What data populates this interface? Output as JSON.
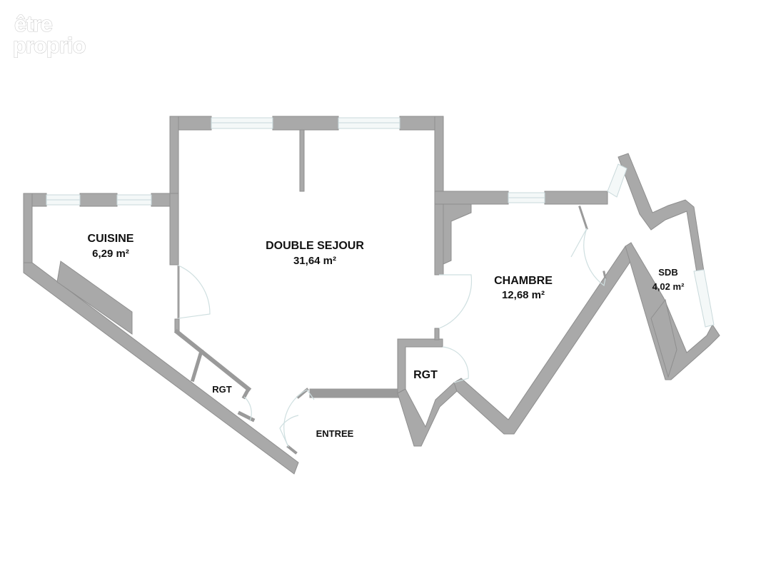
{
  "logo": {
    "line1": "être",
    "line2": "proprio"
  },
  "rooms": {
    "cuisine": {
      "name": "CUISINE",
      "area": "6,29 m²"
    },
    "double_sejour": {
      "name": "DOUBLE SEJOUR",
      "area": "31,64 m²"
    },
    "chambre": {
      "name": "CHAMBRE",
      "area": "12,68 m²"
    },
    "sdb": {
      "name": "SDB",
      "area": "4,02 m²"
    },
    "rgt_left": {
      "name": "RGT"
    },
    "rgt_right": {
      "name": "RGT"
    },
    "entree": {
      "name": "ENTREE"
    }
  },
  "colors": {
    "wall": "#a9a9a9",
    "window": "#f4f8f8",
    "door_swing": "#cfdfe0",
    "text": "#111111"
  }
}
